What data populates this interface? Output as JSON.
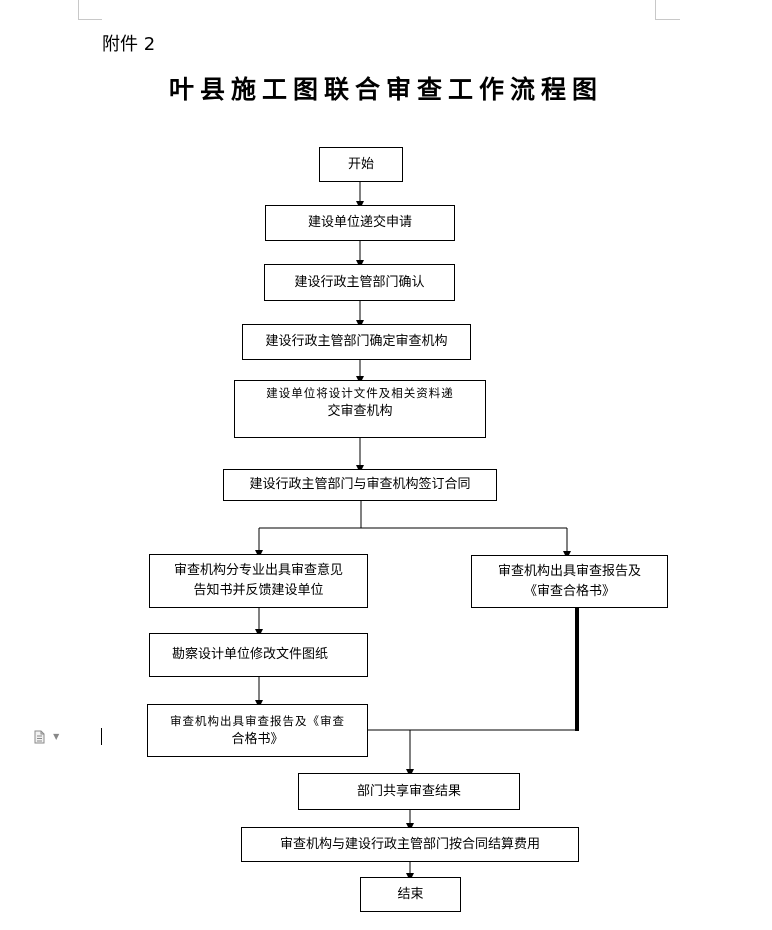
{
  "annex_label": "附件 2",
  "title": "叶县施工图联合审查工作流程图",
  "steps": {
    "start": "开始",
    "apply": "建设单位递交申请",
    "confirm": "建设行政主管部门确认",
    "designate": "建设行政主管部门确定审查机构",
    "submit_line1": "建设单位将设计文件及相关资料递",
    "submit_line2": "交审查机构",
    "contract": "建设行政主管部门与审查机构签订合同",
    "opinion_line1": "审查机构分专业出具审查意见",
    "opinion_line2": "告知书并反馈建设单位",
    "revise": "勘察设计单位修改文件图纸",
    "report_left_line1": "审查机构出具审查报告及《审查",
    "report_left_line2": "合格书》",
    "report_right_line1": "审查机构出具审查报告及",
    "report_right_line2": "《审查合格书》",
    "share": "部门共享审查结果",
    "settle": "审查机构与建设行政主管部门按合同结算费用",
    "end": "结束"
  },
  "icons": {
    "doc": "document-icon",
    "dropdown": "chevron-down-icon"
  }
}
